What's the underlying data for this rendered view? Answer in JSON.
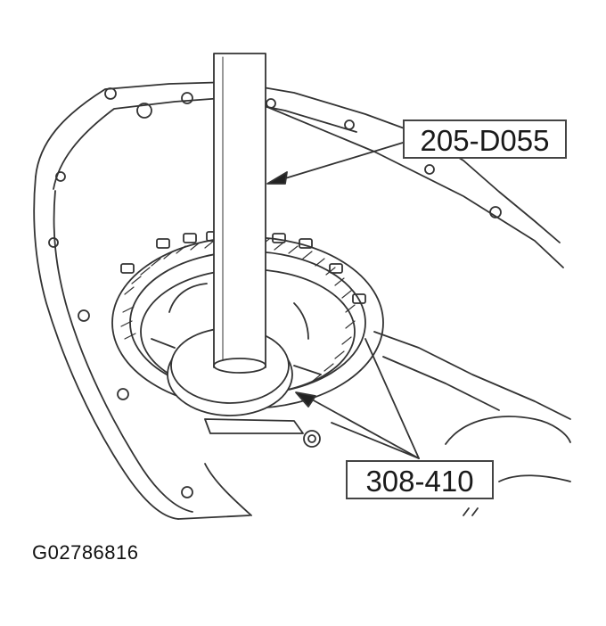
{
  "callouts": {
    "tool_top": "205-D055",
    "tool_bottom": "308-410"
  },
  "figure_id": "G02786816",
  "colors": {
    "line": "#333333",
    "background": "#ffffff"
  }
}
